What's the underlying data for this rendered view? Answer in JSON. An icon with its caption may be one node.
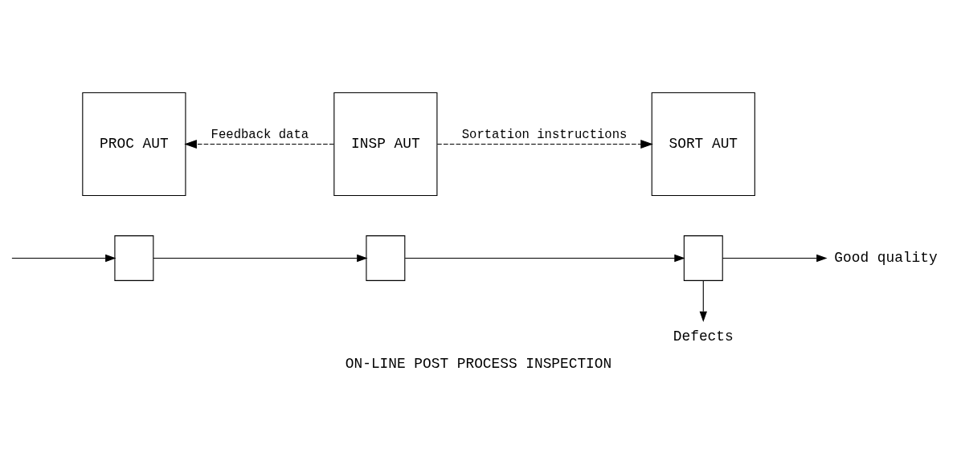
{
  "diagram": {
    "caption": "ON-LINE POST PROCESS INSPECTION",
    "nodes": [
      {
        "text": [
          "PROC AUT"
        ]
      },
      {
        "text": [
          "INSP AUT"
        ]
      },
      {
        "text": [
          "SORT AUT"
        ]
      },
      {
        "text": [],
        "shape": "box"
      },
      {
        "text": [],
        "shape": "box"
      },
      {
        "text": [],
        "shape": "box"
      },
      {
        "text": [
          "Good quality"
        ]
      },
      {
        "text": [
          "Defects"
        ]
      }
    ],
    "edges": [
      {
        "from": null,
        "to": 3,
        "arrow": "to"
      },
      {
        "from": 3,
        "to": 4,
        "arrow": "to"
      },
      {
        "from": 4,
        "to": 5,
        "arrow": "to"
      },
      {
        "from": 5,
        "to": 6,
        "arrow": "to"
      },
      {
        "from": 5,
        "to": 7,
        "arrow": "to"
      },
      {
        "from": 1,
        "to": 0,
        "arrow": "to",
        "label": "Feedback data",
        "style": "dashed"
      },
      {
        "from": 1,
        "to": 2,
        "arrow": "to",
        "label": "Sortation instructions",
        "style": "dashed"
      }
    ]
  }
}
